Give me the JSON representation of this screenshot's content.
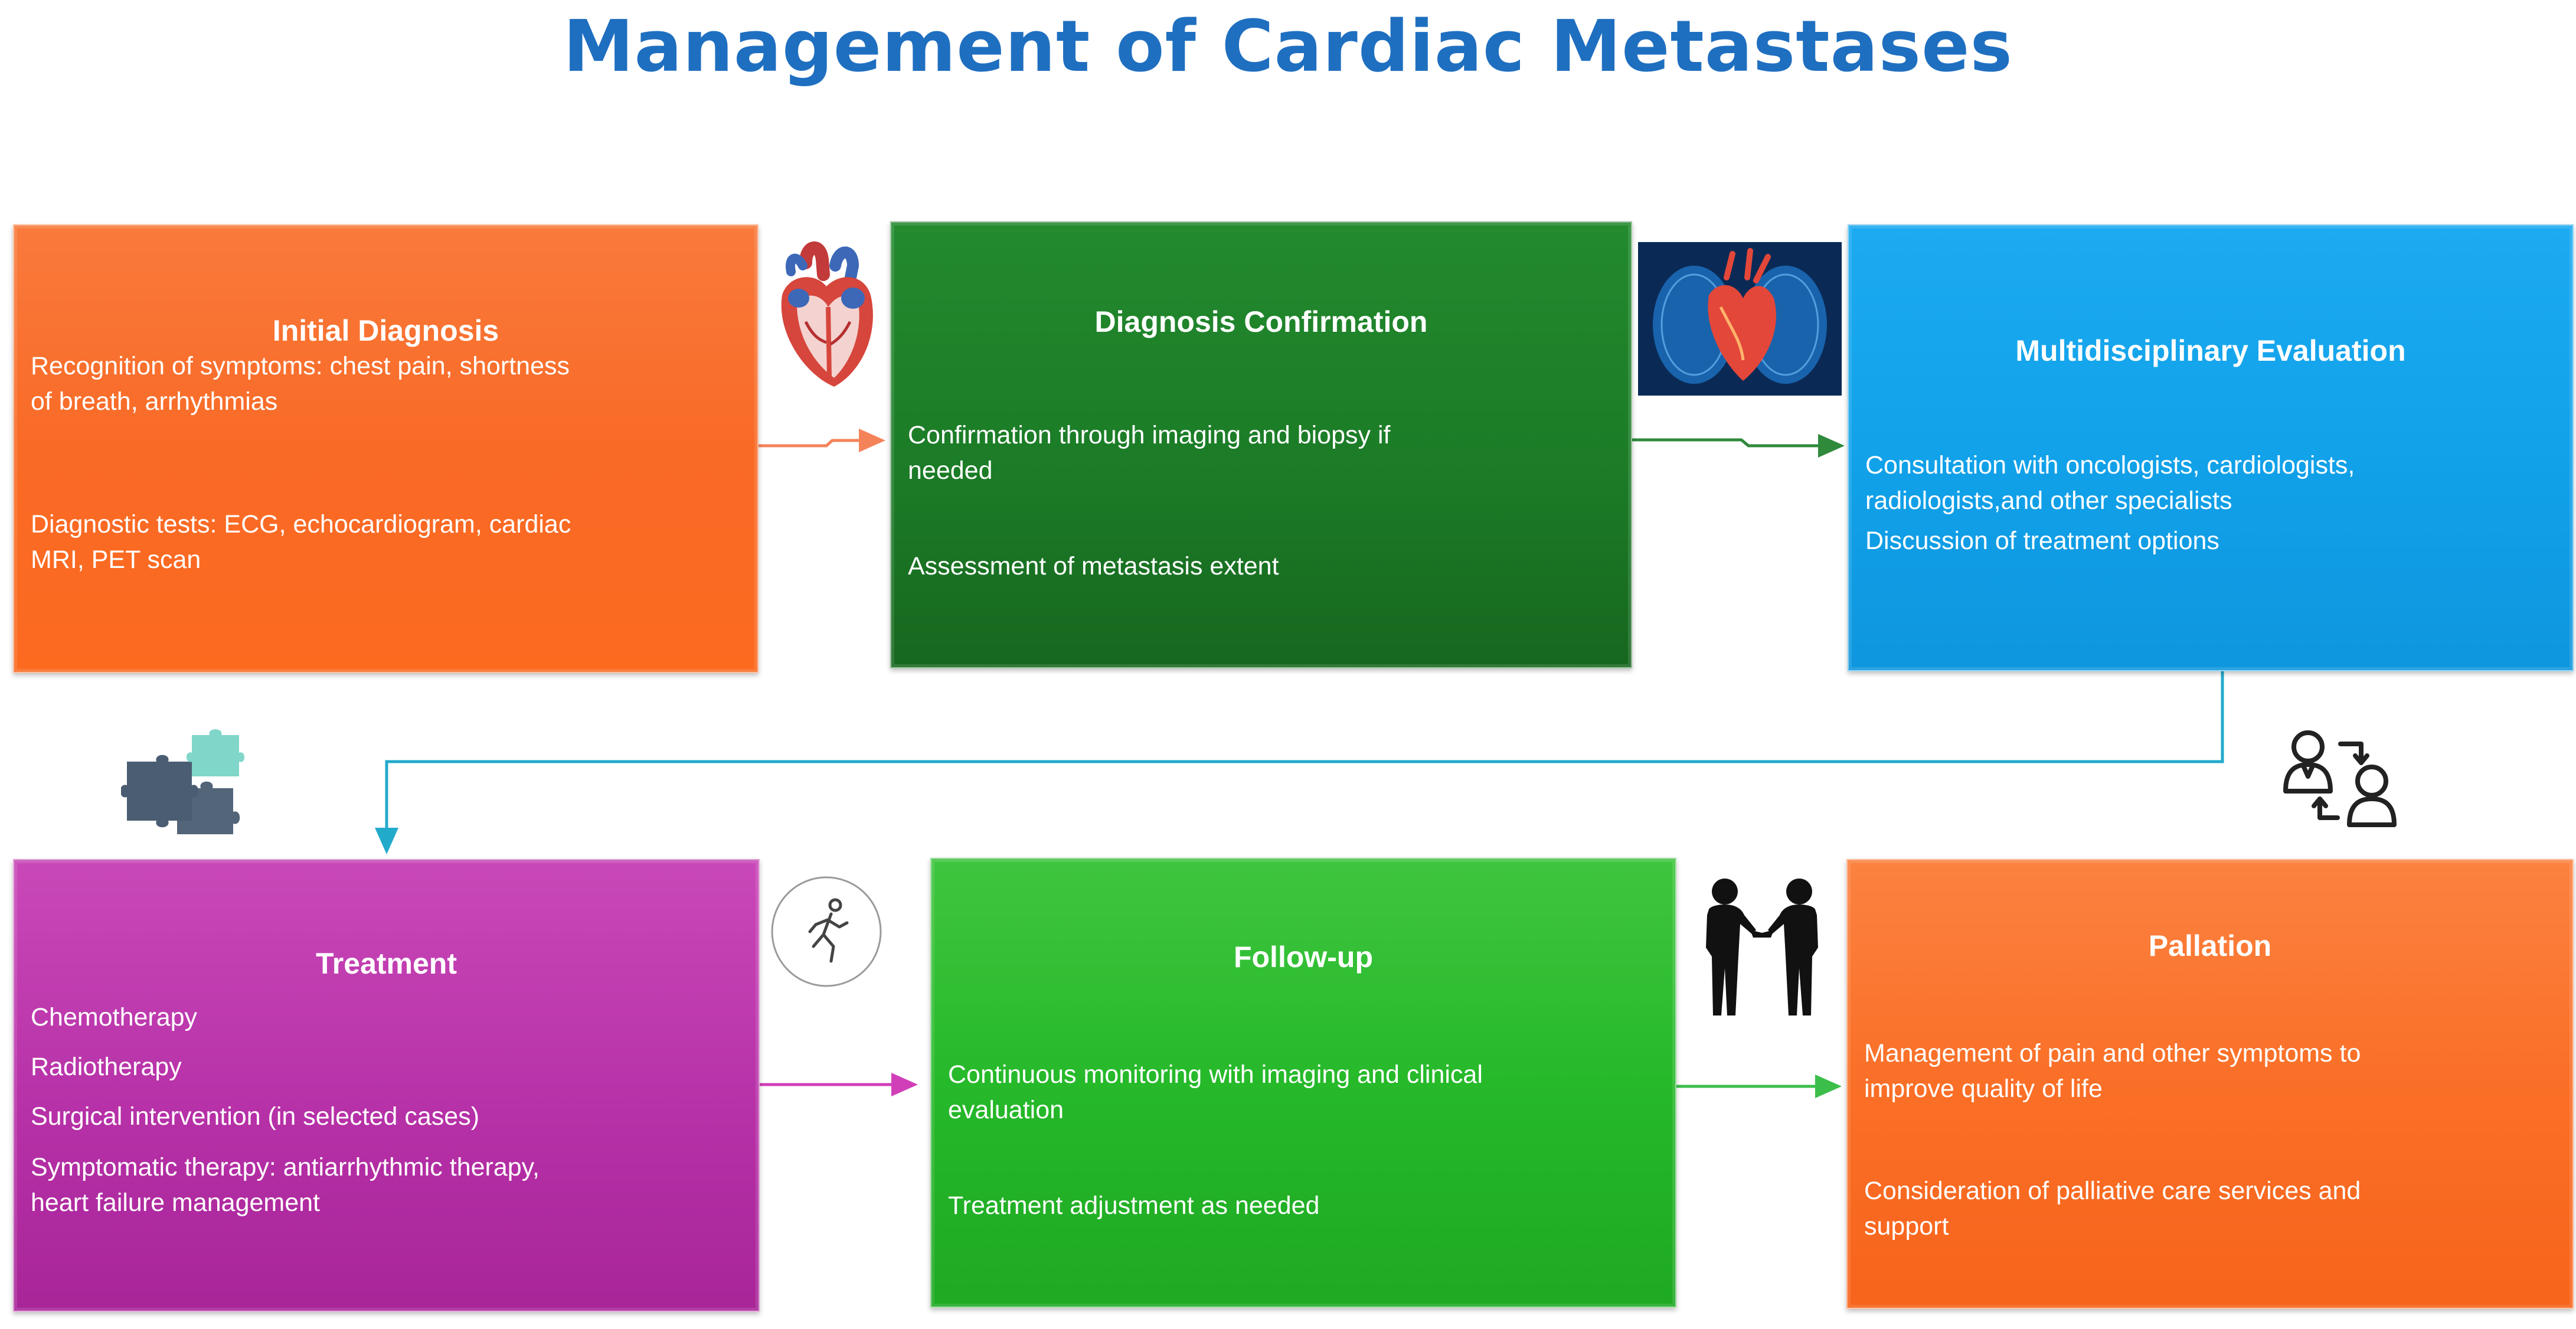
{
  "title": "Management of Cardiac Metastases",
  "colors": {
    "title": "#1f6fc0",
    "initial_diagnosis": "#f96a26",
    "diagnosis_confirmation": "#1b7a26",
    "multidisciplinary": "#11a2ea",
    "treatment": "#b52fa6",
    "follow_up": "#26b92a",
    "palliation": "#fa6f27",
    "connector_orange": "#f5835a",
    "connector_green": "#2f8a3c",
    "connector_cyan": "#22aacb",
    "connector_magenta": "#d13fb8",
    "connector_lightgreen": "#3cbf4a"
  },
  "steps": {
    "initial_diagnosis": {
      "title": "Initial Diagnosis",
      "lines": [
        "Recognition of symptoms: chest pain, shortness",
        "of breath, arrhythmias",
        "Diagnostic tests: ECG, echocardiogram, cardiac",
        "MRI, PET scan"
      ]
    },
    "diagnosis_confirmation": {
      "title": "Diagnosis Confirmation",
      "lines": [
        "Confirmation through imaging and biopsy if",
        "needed",
        "Assessment of metastasis extent"
      ]
    },
    "multidisciplinary": {
      "title": "Multidisciplinary Evaluation",
      "lines": [
        "Consultation with oncologists, cardiologists,",
        "radiologists,and other specialists",
        "Discussion of treatment options"
      ]
    },
    "treatment": {
      "title": "Treatment",
      "lines": [
        "Chemotherapy",
        "Radiotherapy",
        "Surgical intervention (in selected cases)",
        "Symptomatic therapy: antiarrhythmic therapy,",
        "heart failure management"
      ]
    },
    "follow_up": {
      "title": "Follow-up",
      "lines": [
        "Continuous monitoring with imaging and clinical",
        "evaluation",
        "Treatment adjustment as needed"
      ]
    },
    "palliation": {
      "title": "Pallation",
      "lines": [
        "Management of pain and other symptoms to",
        "improve quality of life",
        "Consideration of palliative care services and",
        "support"
      ]
    }
  },
  "icons": [
    "heart-anatomy-icon",
    "heart-lungs-icon",
    "puzzle-pieces-icon",
    "doctor-patient-exchange-icon",
    "runner-icon",
    "handshake-icon"
  ]
}
